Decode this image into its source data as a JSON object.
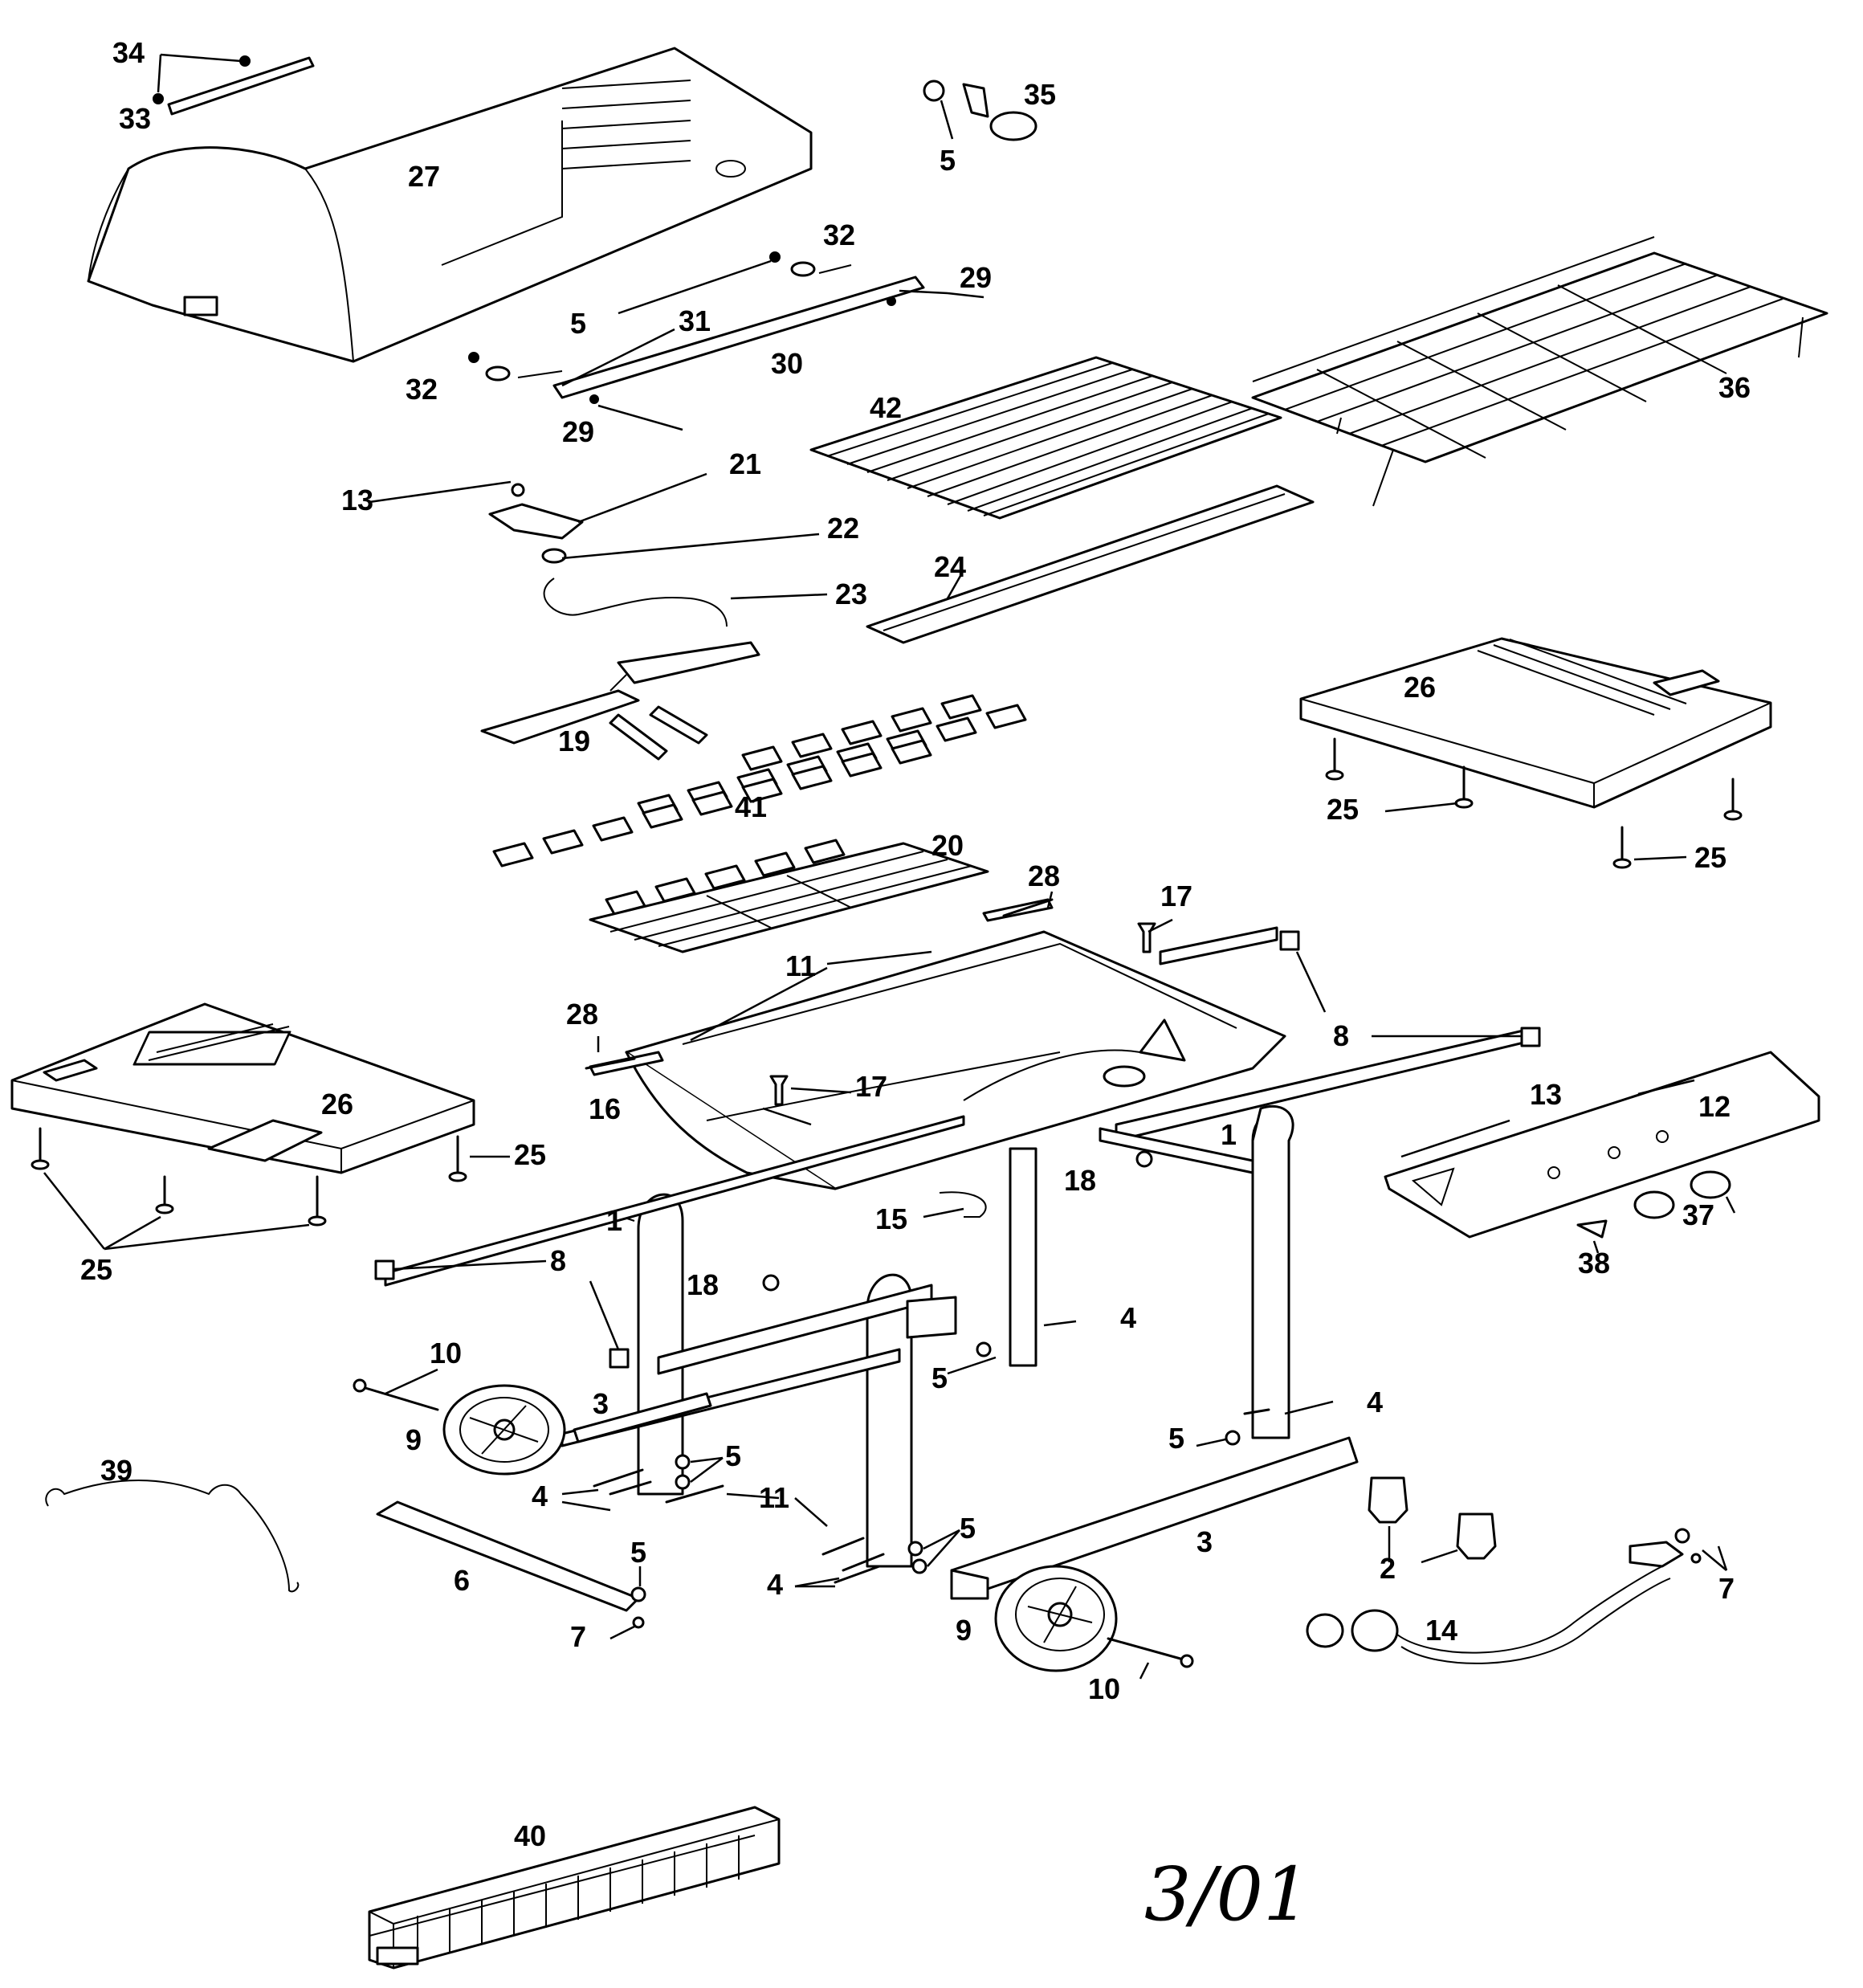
{
  "diagram": {
    "date_note": "3/01",
    "labels": {
      "l1a": "1",
      "l1b": "1",
      "l2": "2",
      "l3a": "3",
      "l3b": "3",
      "l4a": "4",
      "l4b": "4",
      "l4c": "4",
      "l4d": "4",
      "l5a": "5",
      "l5b": "5",
      "l5c": "5",
      "l5d": "5",
      "l5e": "5",
      "l5f": "5",
      "l5g": "5",
      "l6": "6",
      "l7a": "7",
      "l7b": "7",
      "l8a": "8",
      "l8b": "8",
      "l9a": "9",
      "l9b": "9",
      "l10a": "10",
      "l10b": "10",
      "l11a": "11",
      "l11b": "11",
      "l12": "12",
      "l13a": "13",
      "l13b": "13",
      "l14": "14",
      "l15": "15",
      "l16": "16",
      "l17a": "17",
      "l17b": "17",
      "l18a": "18",
      "l18b": "18",
      "l19": "19",
      "l20": "20",
      "l21": "21",
      "l22": "22",
      "l23": "23",
      "l24": "24",
      "l25a": "25",
      "l25b": "25",
      "l25c": "25",
      "l25d": "25",
      "l26a": "26",
      "l26b": "26",
      "l27": "27",
      "l28a": "28",
      "l28b": "28",
      "l29a": "29",
      "l29b": "29",
      "l30": "30",
      "l31": "31",
      "l32a": "32",
      "l32b": "32",
      "l33": "33",
      "l34": "34",
      "l35": "35",
      "l36": "36",
      "l37": "37",
      "l38": "38",
      "l39": "39",
      "l40": "40",
      "l41": "41",
      "l42": "42"
    }
  }
}
